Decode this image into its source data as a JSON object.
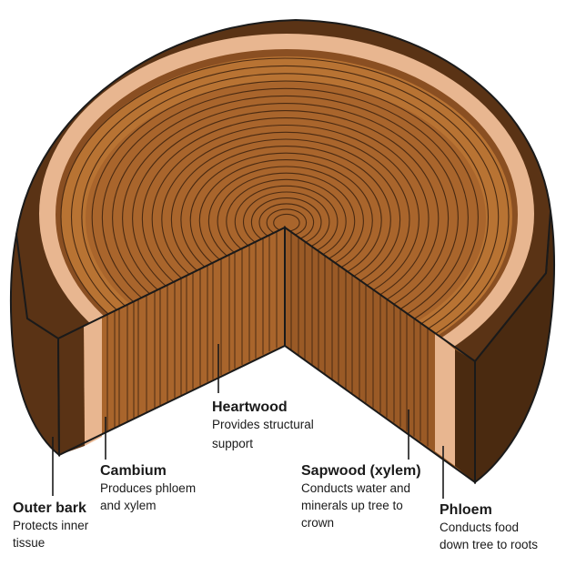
{
  "labels": {
    "heartwood": {
      "title": "Heartwood",
      "desc_lines": [
        "Provides structural",
        "support"
      ]
    },
    "cambium": {
      "title": "Cambium",
      "desc_lines": [
        "Produces phloem",
        "and xylem"
      ]
    },
    "outer_bark": {
      "title": "Outer bark",
      "desc_lines": [
        "Protects inner",
        "tissue"
      ]
    },
    "sapwood": {
      "title": "Sapwood (xylem)",
      "desc_lines": [
        "Conducts water and",
        "minerals up tree to",
        "crown"
      ]
    },
    "phloem": {
      "title": "Phloem",
      "desc_lines": [
        "Conducts food",
        "down tree to roots"
      ]
    }
  },
  "colors": {
    "bark": "#5a3315",
    "bark_dark": "#4a2a10",
    "phloem": "#e8b690",
    "cambium_ring": "#8a4f22",
    "wood": "#a9652c",
    "wood_light": "#b87333",
    "ring_line": "#4a2a12",
    "outline": "#1a1a1a"
  },
  "icons": [
    "leader-line"
  ]
}
